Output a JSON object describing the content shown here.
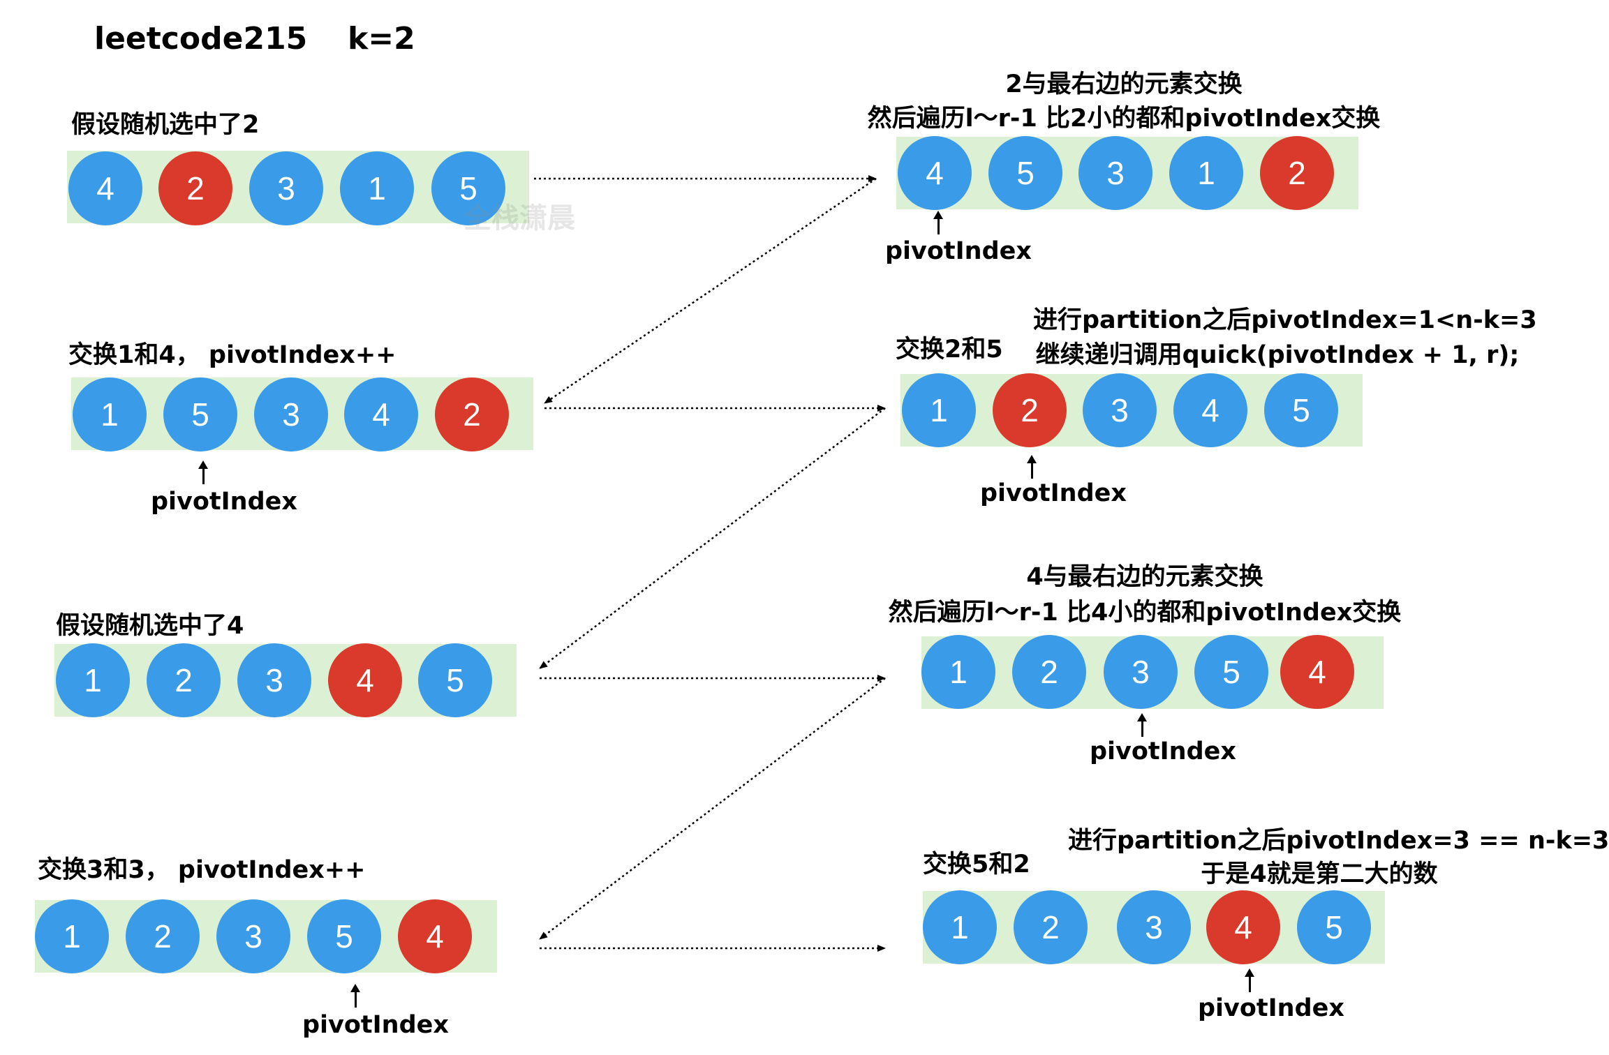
{
  "header": {
    "title": "leetcode215",
    "k": "k=2"
  },
  "watermark": "全栈潇晨",
  "pointer_label": "pivotIndex",
  "colors": {
    "normal": "#3a9be8",
    "pivot": "#d93a2b",
    "strip": "#dcf1d3"
  },
  "steps": [
    {
      "id": "s1",
      "captions": [
        "假设随机选中了2"
      ],
      "values": [
        "4",
        "2",
        "3",
        "1",
        "5"
      ],
      "pivot": [
        1
      ],
      "pointer": null
    },
    {
      "id": "s2",
      "captions": [
        "2与最右边的元素交换",
        "然后遍历l～r-1 比2小的都和pivotIndex交换"
      ],
      "values": [
        "4",
        "5",
        "3",
        "1",
        "2"
      ],
      "pivot": [
        4
      ],
      "pointer": 0
    },
    {
      "id": "s3",
      "captions": [
        "交换1和4， pivotIndex++"
      ],
      "values": [
        "1",
        "5",
        "3",
        "4",
        "2"
      ],
      "pivot": [
        4
      ],
      "pointer": 1
    },
    {
      "id": "s4",
      "captions": [
        "交换2和5"
      ],
      "values": [
        "1",
        "2",
        "3",
        "4",
        "5"
      ],
      "pivot": [
        1
      ],
      "pointer": 1
    },
    {
      "id": "s4note",
      "captions": [
        "进行partition之后pivotIndex=1<n-k=3",
        "继续递归调用quick(pivotIndex + 1, r);"
      ]
    },
    {
      "id": "s5",
      "captions": [
        "假设随机选中了4"
      ],
      "values": [
        "1",
        "2",
        "3",
        "4",
        "5"
      ],
      "pivot": [
        3
      ],
      "pointer": null
    },
    {
      "id": "s6",
      "captions": [
        "4与最右边的元素交换",
        "然后遍历l～r-1 比4小的都和pivotIndex交换"
      ],
      "values": [
        "1",
        "2",
        "3",
        "5",
        "4"
      ],
      "pivot": [
        4
      ],
      "pointer": 2
    },
    {
      "id": "s7",
      "captions": [
        "交换3和3， pivotIndex++"
      ],
      "values": [
        "1",
        "2",
        "3",
        "5",
        "4"
      ],
      "pivot": [
        4
      ],
      "pointer": 3
    },
    {
      "id": "s8",
      "captions": [
        "交换5和2"
      ],
      "values": [
        "1",
        "2",
        "3",
        "4",
        "5"
      ],
      "pivot": [
        3
      ],
      "pointer": 3
    },
    {
      "id": "s8note",
      "captions": [
        "进行partition之后pivotIndex=3 == n-k=3",
        "于是4就是第二大的数"
      ]
    }
  ]
}
